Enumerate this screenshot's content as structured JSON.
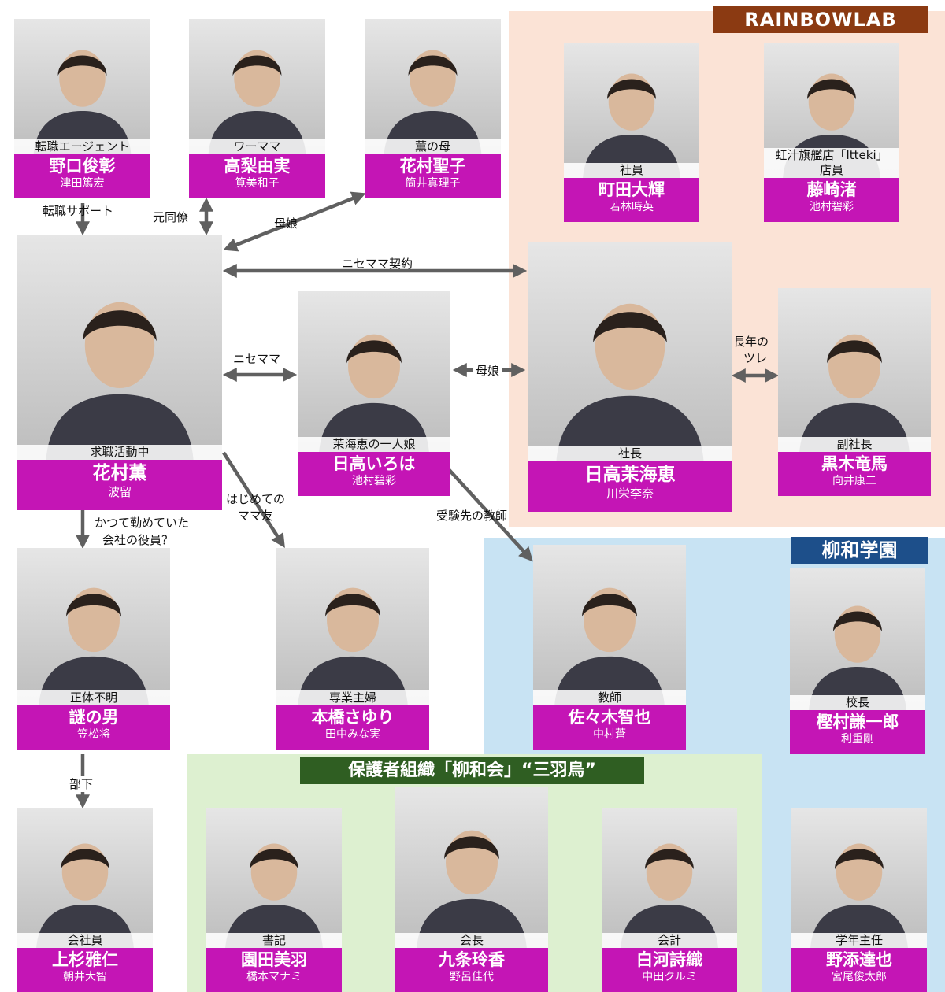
{
  "colors": {
    "name_box": "#c415b5",
    "rainbowlab_bg": "#fbe3d6",
    "rainbowlab_title": "#8b3a12",
    "ryuwa_bg": "#c8e3f3",
    "ryuwa_title": "#1d4f8a",
    "guardian_bg": "#ddf0d0",
    "guardian_title": "#2f5e22",
    "arrow": "#606060"
  },
  "groups": {
    "rainbowlab": "RAINBOWLAB",
    "ryuwa": "柳和学園",
    "guardian": "保護者組織「柳和会」“三羽烏”"
  },
  "people": {
    "noguchi": {
      "role": "転職エージェント",
      "name": "野口俊彰",
      "actor": "津田篤宏"
    },
    "takanashi": {
      "role": "ワーママ",
      "name": "高梨由実",
      "actor": "筧美和子"
    },
    "hanamura_mother": {
      "role": "薫の母",
      "name": "花村聖子",
      "actor": "筒井真理子"
    },
    "machida": {
      "role": "社員",
      "name": "町田大輝",
      "actor": "若林時英"
    },
    "fujisaki": {
      "role": "虹汁旗艦店「Itteki」店員",
      "name": "藤崎渚",
      "actor": "池村碧彩"
    },
    "kaoru": {
      "role": "求職活動中",
      "name": "花村薫",
      "actor": "波留"
    },
    "iroha": {
      "role": "茉海恵の一人娘",
      "name": "日高いろは",
      "actor": "池村碧彩"
    },
    "mamie": {
      "role": "社長",
      "name": "日高茉海恵",
      "actor": "川栄李奈"
    },
    "kuroki": {
      "role": "副社長",
      "name": "黒木竜馬",
      "actor": "向井康二"
    },
    "nazo": {
      "role": "正体不明",
      "name": "謎の男",
      "actor": "笠松将"
    },
    "motohashi": {
      "role": "専業主婦",
      "name": "本橋さゆり",
      "actor": "田中みな実"
    },
    "sasaki": {
      "role": "教師",
      "name": "佐々木智也",
      "actor": "中村蒼"
    },
    "kashimura": {
      "role": "校長",
      "name": "樫村謙一郎",
      "actor": "利重剛"
    },
    "uesugi": {
      "role": "会社員",
      "name": "上杉雅仁",
      "actor": "朝井大智"
    },
    "sonoda": {
      "role": "書記",
      "name": "園田美羽",
      "actor": "橋本マナミ"
    },
    "kujo": {
      "role": "会長",
      "name": "九条玲香",
      "actor": "野呂佳代"
    },
    "shirakawa": {
      "role": "会計",
      "name": "白河詩織",
      "actor": "中田クルミ"
    },
    "nozoe": {
      "role": "学年主任",
      "name": "野添達也",
      "actor": "宮尾俊太郎"
    }
  },
  "relations": {
    "tenshoku_support": "転職サポート",
    "moto_douryou": "元同僚",
    "boshi1": "母娘",
    "nise_mama_keiyaku": "ニセママ契約",
    "nise_mama": "ニセママ",
    "boshi2": "母娘",
    "chounen_1": "長年の",
    "chounen_2": "ツレ",
    "jukensaki": "受験先の教師",
    "hajimete_1": "はじめての",
    "hajimete_2": "ママ友",
    "katsute_1": "かつて勤めていた",
    "katsute_2": "会社の役員？",
    "buka": "部下"
  }
}
